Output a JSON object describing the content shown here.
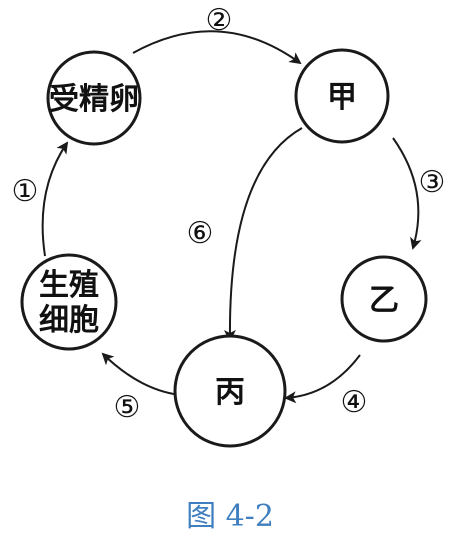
{
  "nodes": {
    "fertilized_egg": "受精卵",
    "jia": "甲",
    "yi": "乙",
    "bing": "丙",
    "reproductive_cell_line1": "生殖",
    "reproductive_cell_line2": "细胞"
  },
  "edges": {
    "e1": "①",
    "e2": "②",
    "e3": "③",
    "e4": "④",
    "e5": "⑤",
    "e6": "⑥"
  },
  "caption": "图 4-2",
  "colors": {
    "ink": "#1a1a1a",
    "caption": "#3f7fc0"
  }
}
